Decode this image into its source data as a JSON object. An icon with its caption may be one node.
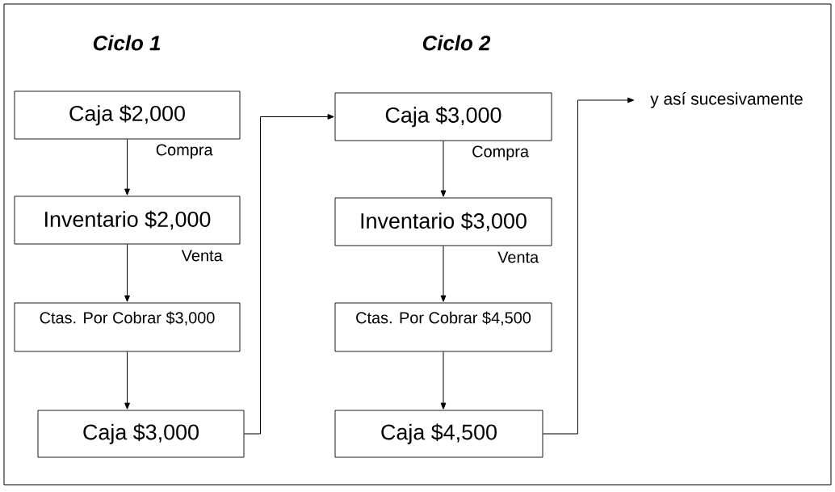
{
  "diagram": {
    "nodes": [
      {
        "text": [
          "Caja $2,000"
        ]
      },
      {
        "text": [
          "Inventario $2,000"
        ]
      },
      {
        "text": [
          "Ctas. Por Cobrar $3,000"
        ]
      },
      {
        "text": [
          "Caja $3,000"
        ]
      },
      {
        "text": [
          "Caja $3,000"
        ]
      },
      {
        "text": [
          "Inventario $3,000"
        ]
      },
      {
        "text": [
          "Ctas. Por Cobrar $4,500"
        ]
      },
      {
        "text": [
          "Caja $4,500"
        ]
      },
      {
        "text": [
          "y así sucesivamente"
        ]
      }
    ],
    "edges": [
      {
        "from": 0,
        "to": 1,
        "arrow": "to",
        "label": "Compra"
      },
      {
        "from": 1,
        "to": 2,
        "arrow": "to",
        "label": "Venta"
      },
      {
        "from": 2,
        "to": 3,
        "arrow": "to"
      },
      {
        "from": 3,
        "to": 4,
        "arrow": "to"
      },
      {
        "from": 4,
        "to": 5,
        "arrow": "to",
        "label": "Compra"
      },
      {
        "from": 5,
        "to": 6,
        "arrow": "to",
        "label": "Venta"
      },
      {
        "from": 6,
        "to": 7,
        "arrow": "to"
      },
      {
        "from": 7,
        "to": 8,
        "arrow": "to"
      }
    ],
    "labels": [
      "Ciclo 1",
      "Ciclo 2"
    ]
  }
}
